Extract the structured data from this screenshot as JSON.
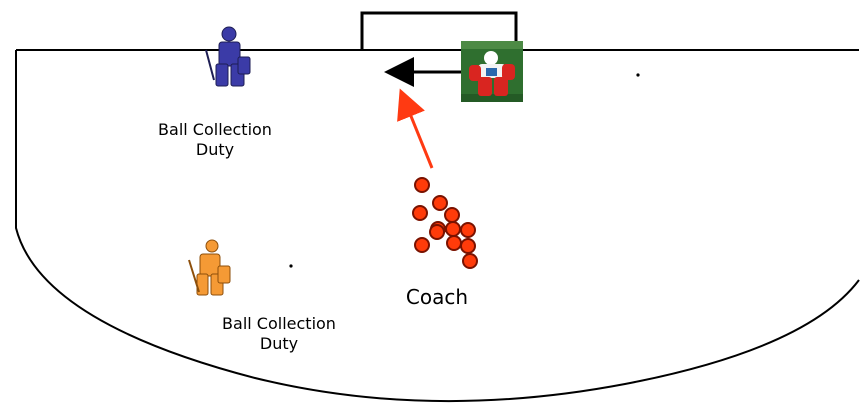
{
  "labels": {
    "ball_collection_top_line1": "Ball Collection",
    "ball_collection_top_line2": "Duty",
    "ball_collection_bottom_line1": "Ball Collection",
    "ball_collection_bottom_line2": "Duty",
    "coach": "Coach"
  },
  "icons": {
    "goalkeeper_top": "goalkeeper-figure-icon",
    "goalkeeper_bottom": "goalkeeper-figure-icon",
    "goalkeeper_photo": "goalkeeper-photo-icon",
    "balls": "hockey-balls-icon"
  },
  "colors": {
    "field_line": "#000000",
    "ball_fill": "#ff3b0a",
    "ball_stroke": "#7a1200",
    "keeper_top": "#3b3ba7",
    "keeper_bottom": "#f59a35",
    "arrow_red": "#ff3a12",
    "arrow_black": "#000000"
  },
  "ball_count": 12
}
